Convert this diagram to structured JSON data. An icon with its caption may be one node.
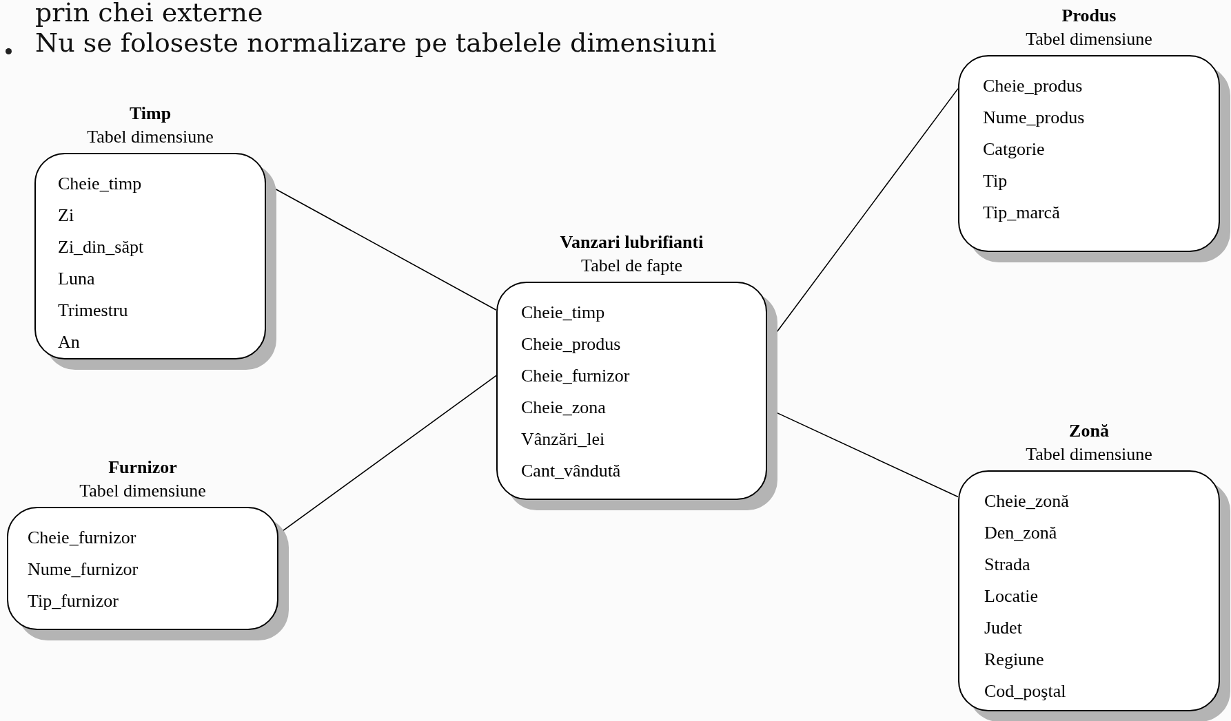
{
  "diagram": {
    "nodes": [
      {
        "text": [
          "Timp",
          "Tabel dimensiune",
          "Cheie_timp",
          "Zi",
          "Zi_din_săpt",
          "Luna",
          "Trimestru",
          "An"
        ]
      },
      {
        "text": [
          "Furnizor",
          "Tabel dimensiune",
          "Cheie_furnizor",
          "Nume_furnizor",
          "Tip_furnizor"
        ]
      },
      {
        "text": [
          "Vanzari lubrifianti",
          "Tabel de fapte",
          "Cheie_timp",
          "Cheie_produs",
          "Cheie_furnizor",
          "Cheie_zona",
          "Vânzări_lei",
          "Cant_vândută"
        ]
      },
      {
        "text": [
          "Produs",
          "Tabel dimensiune",
          "Cheie_produs",
          "Nume_produs",
          "Catgorie",
          "Tip",
          "Tip_marcă"
        ]
      },
      {
        "text": [
          "Zonă",
          "Tabel dimensiune",
          "Cheie_zonă",
          "Den_zonă",
          "Strada",
          "Locatie",
          "Judet",
          "Regiune",
          "Cod_poştal"
        ]
      }
    ],
    "edges": [
      {
        "from": 2,
        "to": 0,
        "arrow": "none"
      },
      {
        "from": 2,
        "to": 1,
        "arrow": "none"
      },
      {
        "from": 2,
        "to": 3,
        "arrow": "none"
      },
      {
        "from": 2,
        "to": 4,
        "arrow": "none"
      }
    ],
    "labels": [
      "prin chei externe",
      "Nu se foloseste normalizare pe tabelele dimensiuni"
    ]
  }
}
